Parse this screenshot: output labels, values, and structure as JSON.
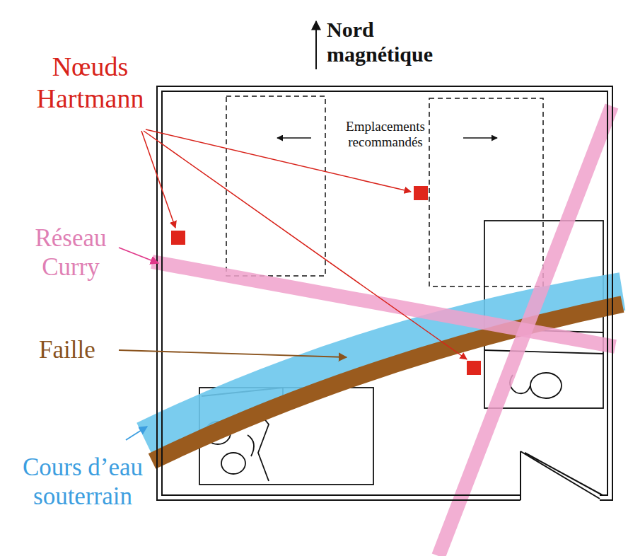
{
  "diagram": {
    "labels": [
      "Nord magnétique",
      "Nœuds Hartmann",
      "Emplacements recommandés",
      "Réseau Curry",
      "Faille",
      "Cours d’eau souterrain"
    ]
  }
}
